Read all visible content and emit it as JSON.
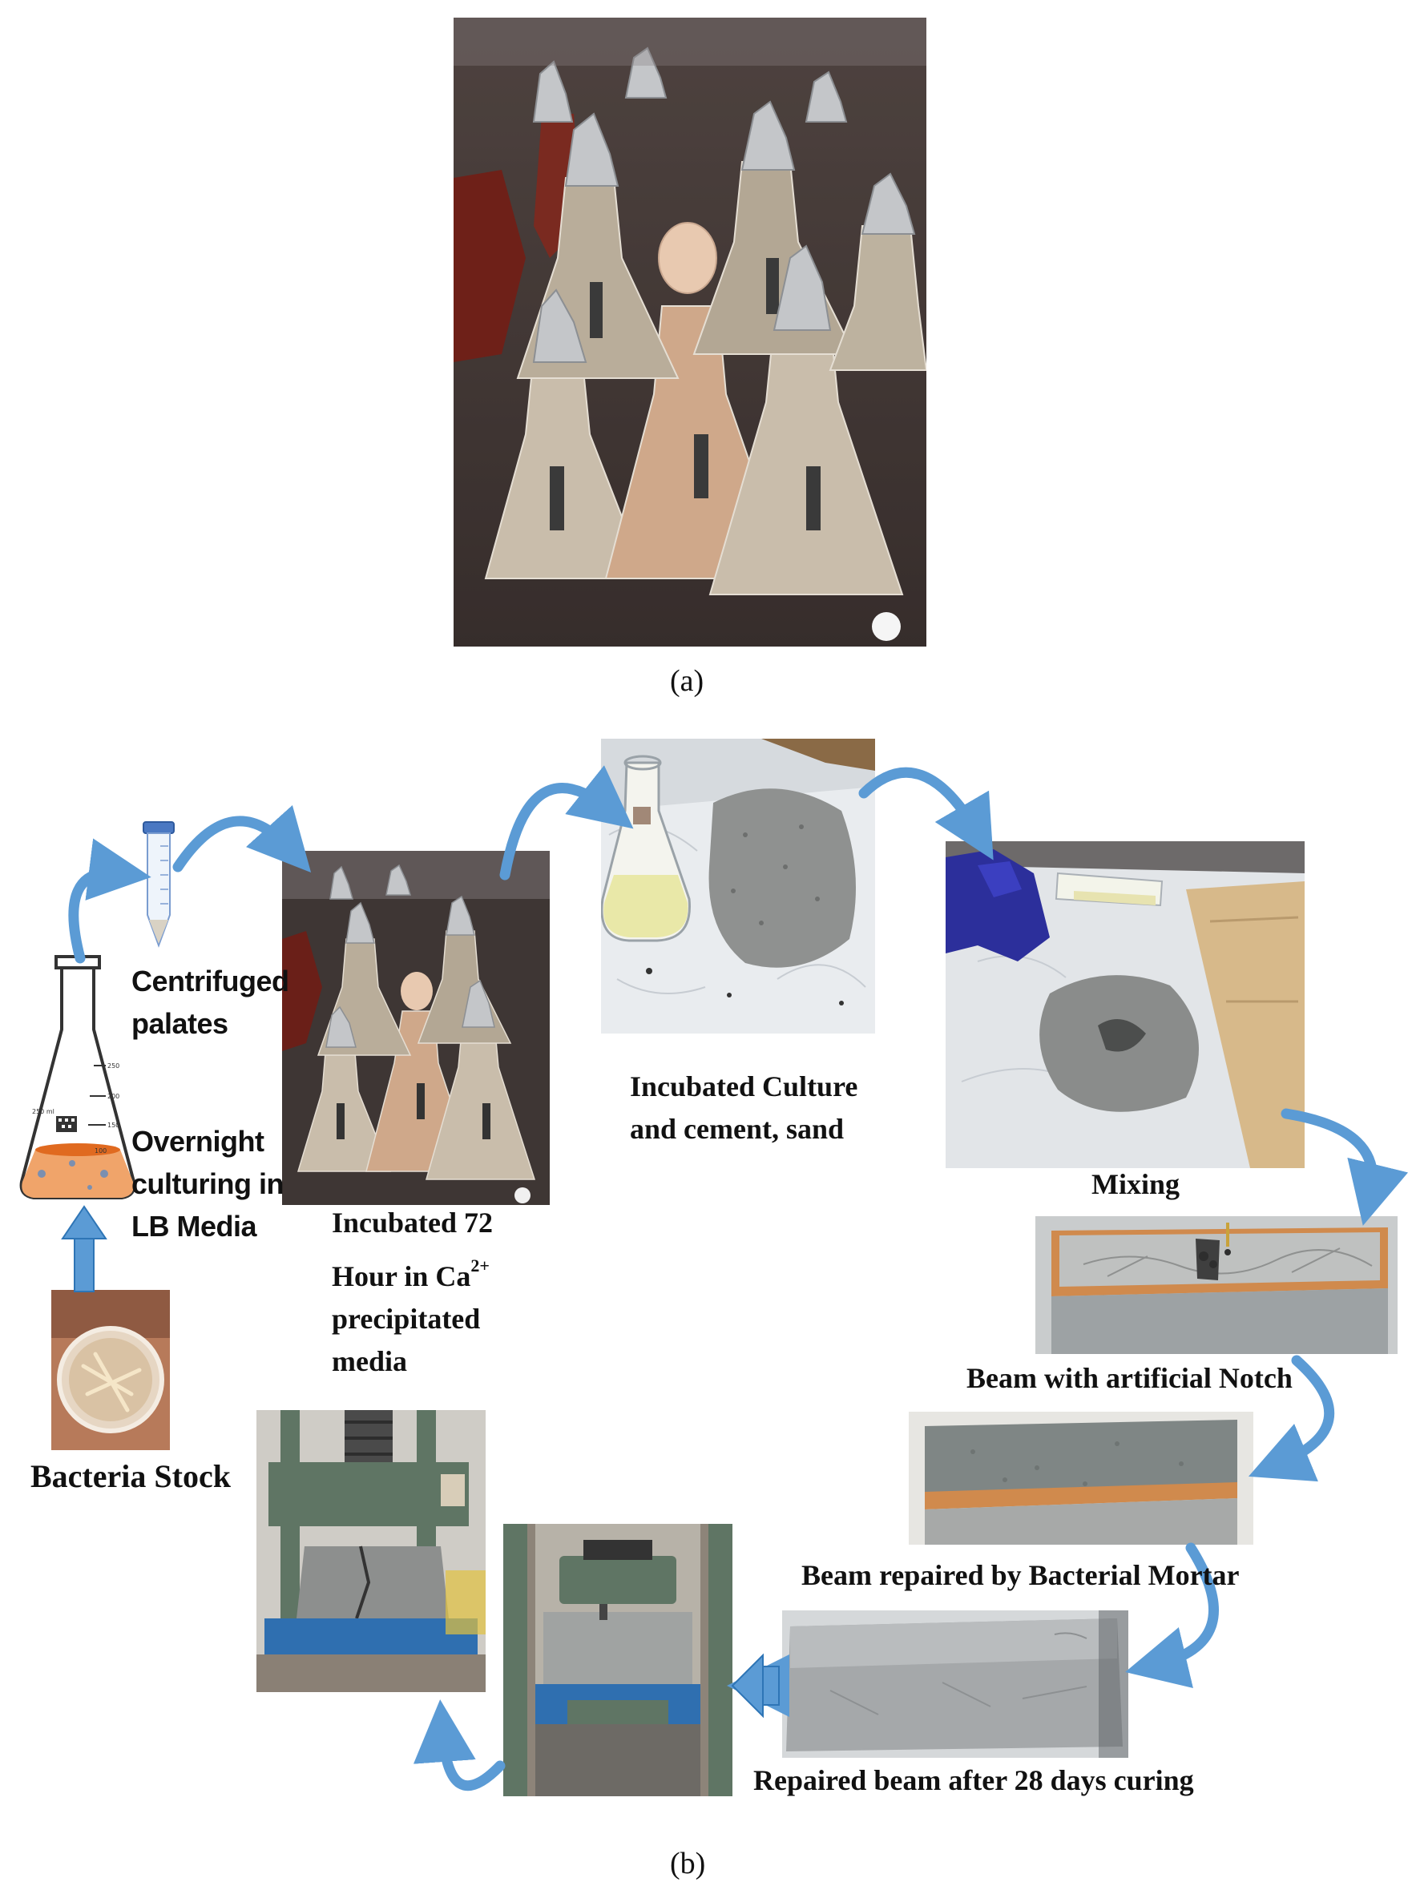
{
  "figure": {
    "panel_a": {
      "caption": "(a)"
    },
    "panel_b": {
      "caption": "(b)"
    }
  },
  "steps": {
    "bacteria_stock": "Bacteria Stock",
    "overnight": [
      "Overnight",
      "culturing in",
      "LB Media"
    ],
    "centrifuged": [
      "Centrifuged",
      "palates"
    ],
    "incubated_72": [
      "Incubated 72",
      "Hour in Ca",
      "precipitated",
      "media"
    ],
    "ca_superscript": "2+",
    "incubated_culture": [
      "Incubated Culture",
      "and cement, sand"
    ],
    "mixing": "Mixing",
    "beam_notch": "Beam with artificial Notch",
    "beam_repaired": "Beam repaired by Bacterial Mortar",
    "repaired_28": "Repaired beam after 28 days curing"
  },
  "flask_marks": [
    "250",
    "200",
    "150",
    "100",
    "250 ml"
  ],
  "colors": {
    "arrow_blue": "#5b9bd5",
    "arrow_outline": "#2e75b6",
    "foil": "#b9bcc0",
    "liquid": "#d8cdb8",
    "mortar": "#8d8f8e",
    "mold_orange": "#d08a4d",
    "press_green": "#5f7564",
    "press_blue": "#2f6fb0",
    "glove": "#2c2f9b"
  }
}
